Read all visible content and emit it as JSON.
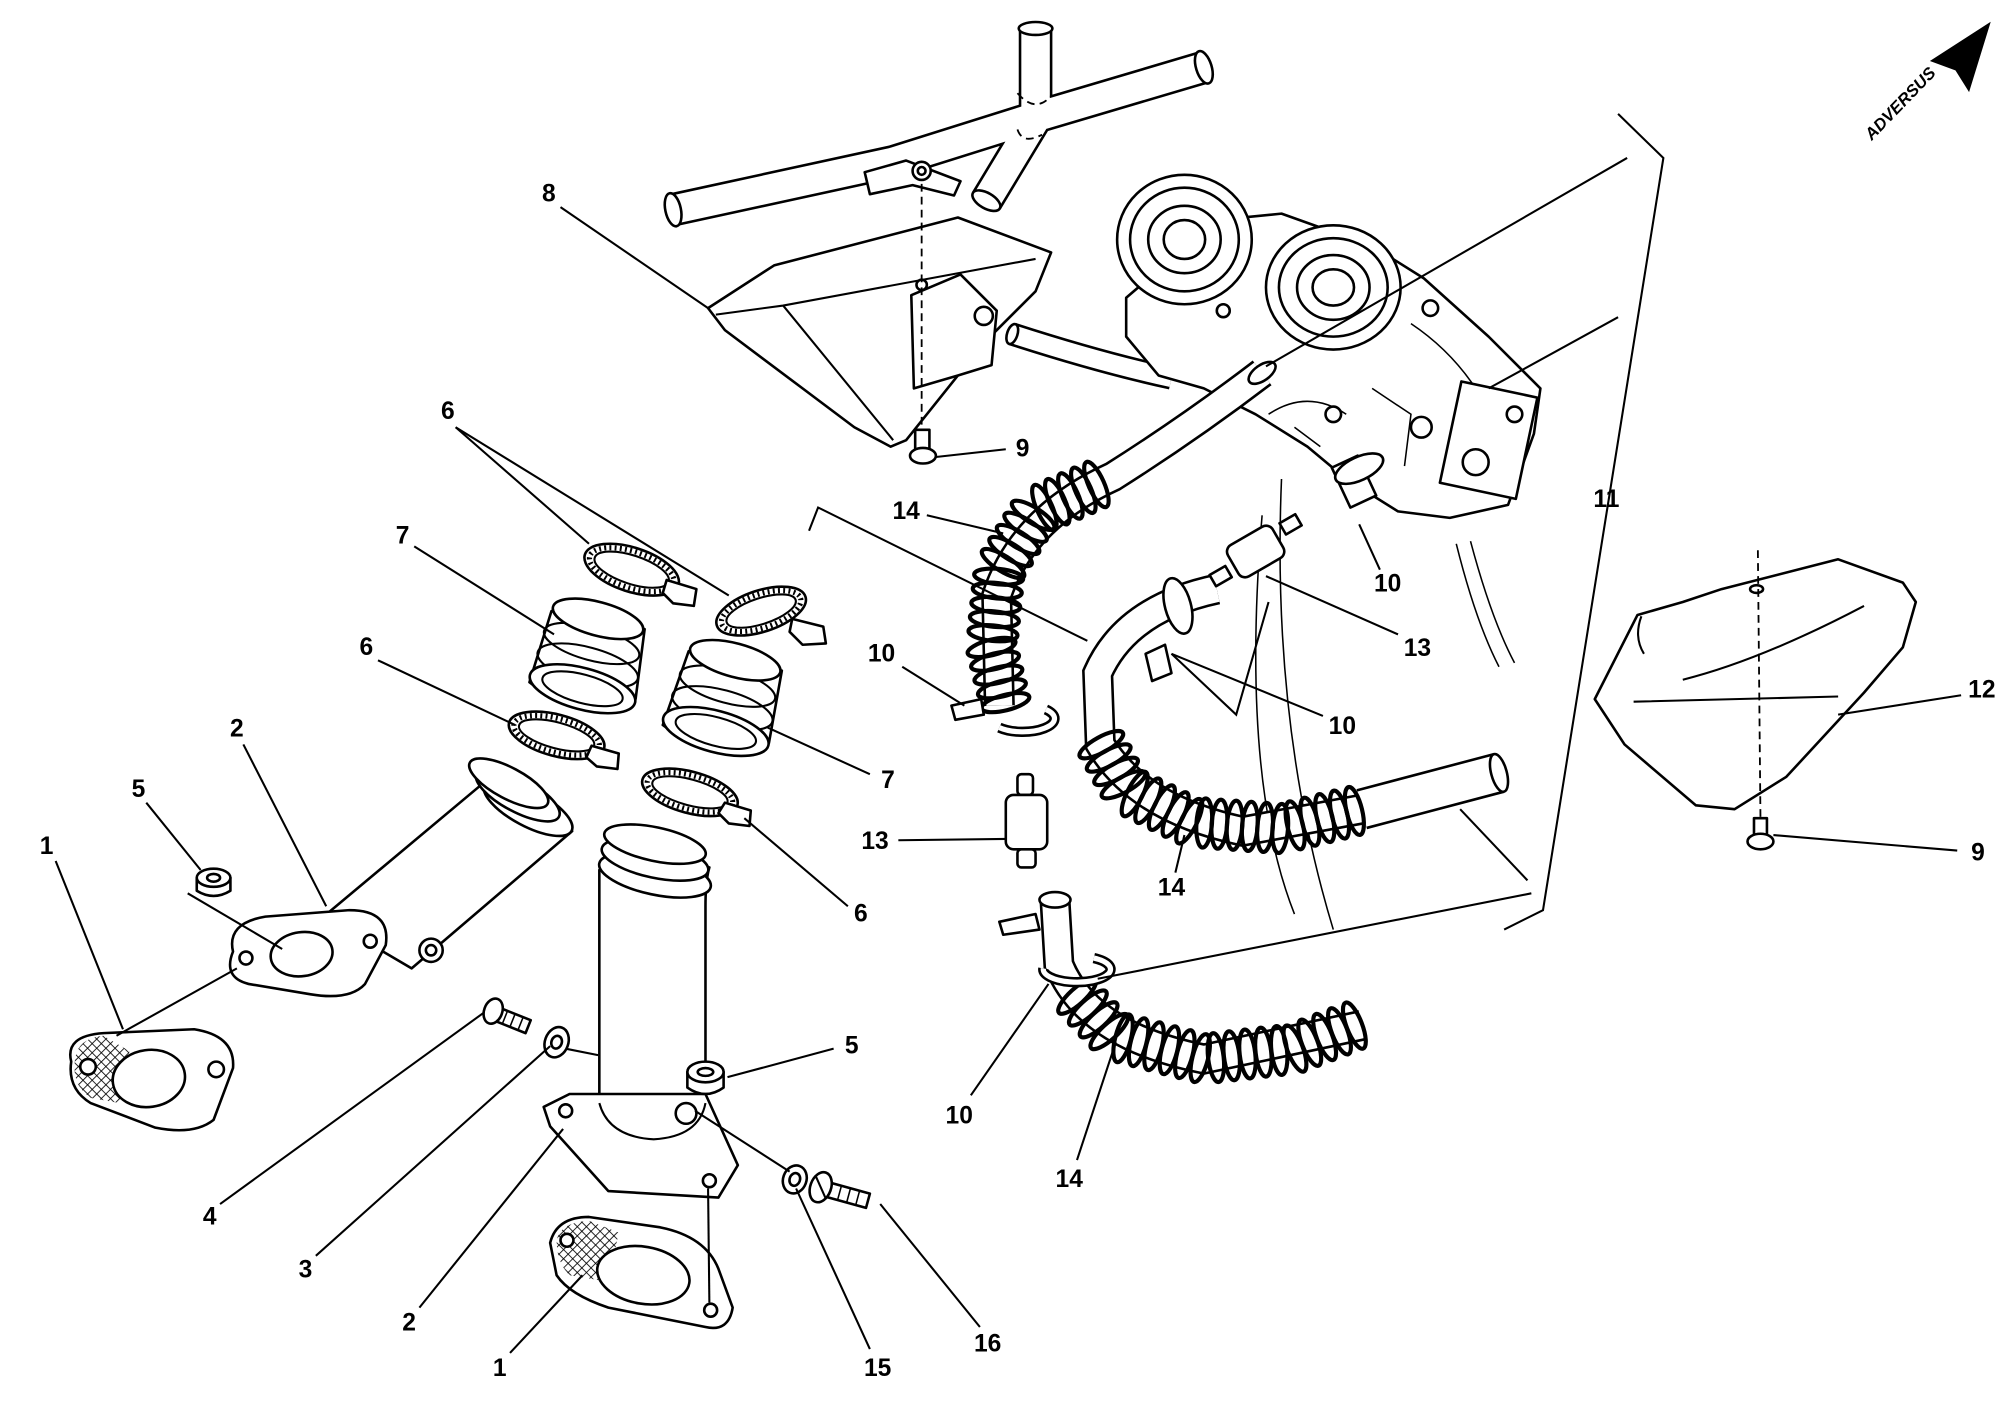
{
  "diagram": {
    "direction_label": "ADVERSUS",
    "callouts": [
      "8",
      "9",
      "6",
      "7",
      "6",
      "2",
      "5",
      "1",
      "14",
      "10",
      "10",
      "13",
      "10",
      "11",
      "12",
      "9",
      "7",
      "6",
      "13",
      "14",
      "5",
      "4",
      "3",
      "2",
      "1",
      "10",
      "14",
      "15",
      "16"
    ]
  },
  "colors": {
    "line": "#000000",
    "background": "#ffffff"
  },
  "icons": {
    "direction_arrow": "direction-arrow-icon"
  }
}
